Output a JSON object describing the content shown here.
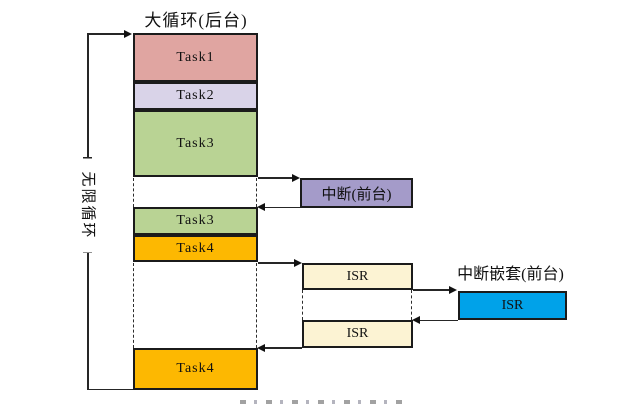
{
  "title": "大循环(后台)",
  "loop": {
    "label": "无限循环"
  },
  "background_column": {
    "blocks": [
      {
        "label": "Task1",
        "color": "#e0a5a1"
      },
      {
        "label": "Task2",
        "color": "#d9d3e8"
      },
      {
        "label": "Task3",
        "color": "#b9d394"
      },
      {
        "label": "Task3",
        "color": "#b9d394"
      },
      {
        "label": "Task4",
        "color": "#fdb801"
      },
      {
        "label": "Task4",
        "color": "#fdb801"
      }
    ]
  },
  "foreground": {
    "interrupt_label": "中断(前台)",
    "interrupt_color": "#a49bc9",
    "isr_top": {
      "label": "ISR",
      "color": "#fcf3d3"
    },
    "isr_bottom": {
      "label": "ISR",
      "color": "#fcf3d3"
    },
    "nested_title": "中断嵌套(前台)",
    "nested_isr": {
      "label": "ISR",
      "color": "#00a2e9"
    }
  }
}
